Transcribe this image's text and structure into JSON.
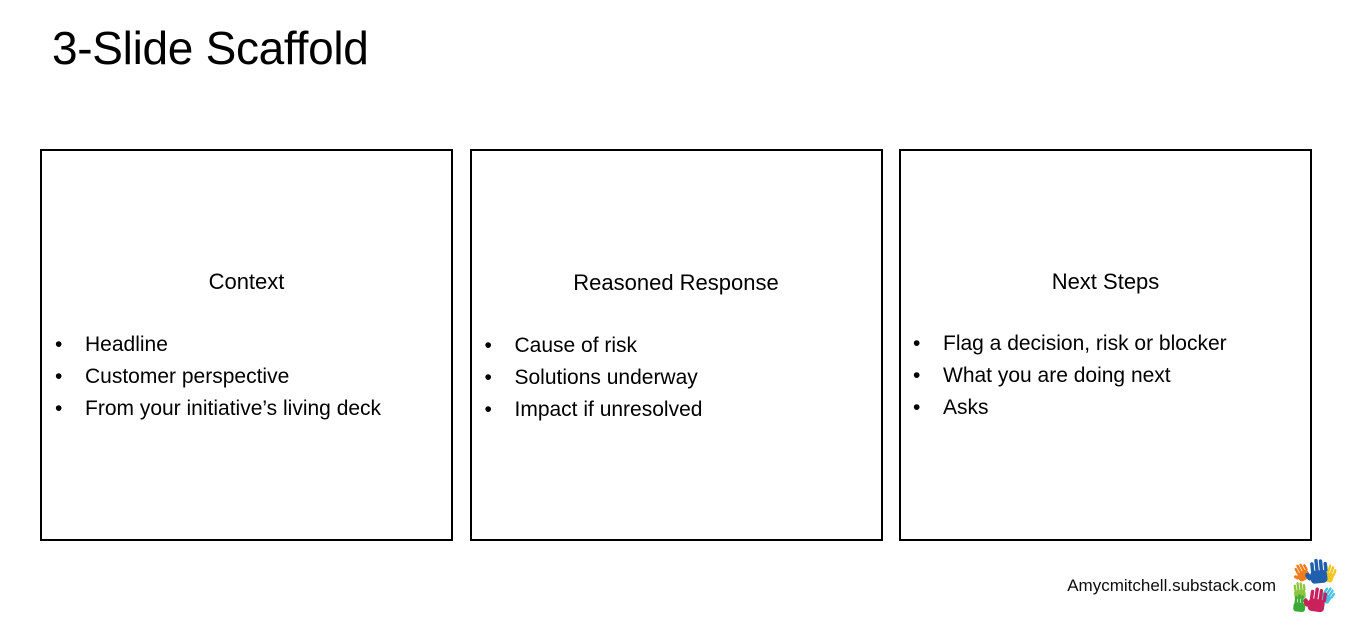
{
  "slide": {
    "title": "3-Slide Scaffold",
    "background_color": "#ffffff",
    "text_color": "#000000",
    "border_color": "#000000"
  },
  "panels": [
    {
      "heading": "Context",
      "bullet_marker": "•",
      "bullets": [
        "Headline",
        "Customer perspective",
        "From your initiative’s living deck"
      ]
    },
    {
      "heading": "Reasoned Response",
      "bullet_marker": "•",
      "bullets": [
        "Cause of risk",
        "Solutions underway",
        "Impact if unresolved"
      ]
    },
    {
      "heading": "Next Steps",
      "bullet_marker": "•",
      "bullets": [
        "Flag a decision, risk or blocker",
        "What you are doing next",
        "Asks"
      ]
    }
  ],
  "footer": {
    "url": "Amycmitchell.substack.com",
    "logo_name": "colorful-hands-logo",
    "logo_colors": {
      "blue": "#1f5fad",
      "magenta": "#c9215c",
      "green": "#3aa935",
      "light_green": "#8cc63f",
      "orange": "#f07d1a",
      "yellow": "#f4c61e",
      "cyan": "#49c2e3",
      "background": "#ffffff"
    }
  }
}
